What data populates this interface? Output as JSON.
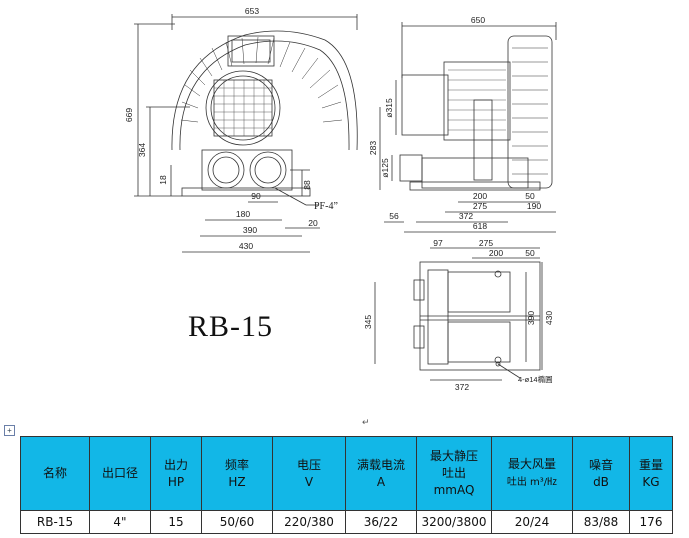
{
  "model_title": "RB-15",
  "dimensions": {
    "front_width": "653",
    "front_height": "669",
    "front_364": "364",
    "front_18": "18",
    "front_88": "88",
    "front_90": "90",
    "front_180": "180",
    "front_390": "390",
    "front_430": "430",
    "front_20": "20",
    "pf_label": "PF-4”",
    "side_width": "650",
    "side_315": "ø315",
    "side_283": "283",
    "side_125": "ø125",
    "side_200": "200",
    "side_50": "50",
    "side_275": "275",
    "side_190": "190",
    "side_372": "372",
    "side_56": "56",
    "side_618": "618",
    "top_97": "97",
    "top_275": "275",
    "top_200": "200",
    "top_50": "50",
    "top_345": "345",
    "top_390": "390",
    "top_430": "430",
    "top_372": "372",
    "holes": "4-ø14橢圓"
  },
  "table": {
    "headers": [
      {
        "l1": "名称",
        "l2": ""
      },
      {
        "l1": "出口径",
        "l2": ""
      },
      {
        "l1": "出力",
        "l2": "HP"
      },
      {
        "l1": "频率",
        "l2": "HZ"
      },
      {
        "l1": "电压",
        "l2": "V"
      },
      {
        "l1": "满载电流",
        "l2": "A"
      },
      {
        "l1": "最大静压",
        "l2": "吐出",
        "l3": "mmAQ"
      },
      {
        "l1": "最大风量",
        "l2": "吐出 m³/㎐"
      },
      {
        "l1": "噪音",
        "l2": "dB"
      },
      {
        "l1": "重量",
        "l2": "KG"
      }
    ],
    "row": [
      "RB-15",
      "4\"",
      "15",
      "50/60",
      "220/380",
      "36/22",
      "3200/3800",
      "20/24",
      "83/88",
      "176"
    ]
  }
}
